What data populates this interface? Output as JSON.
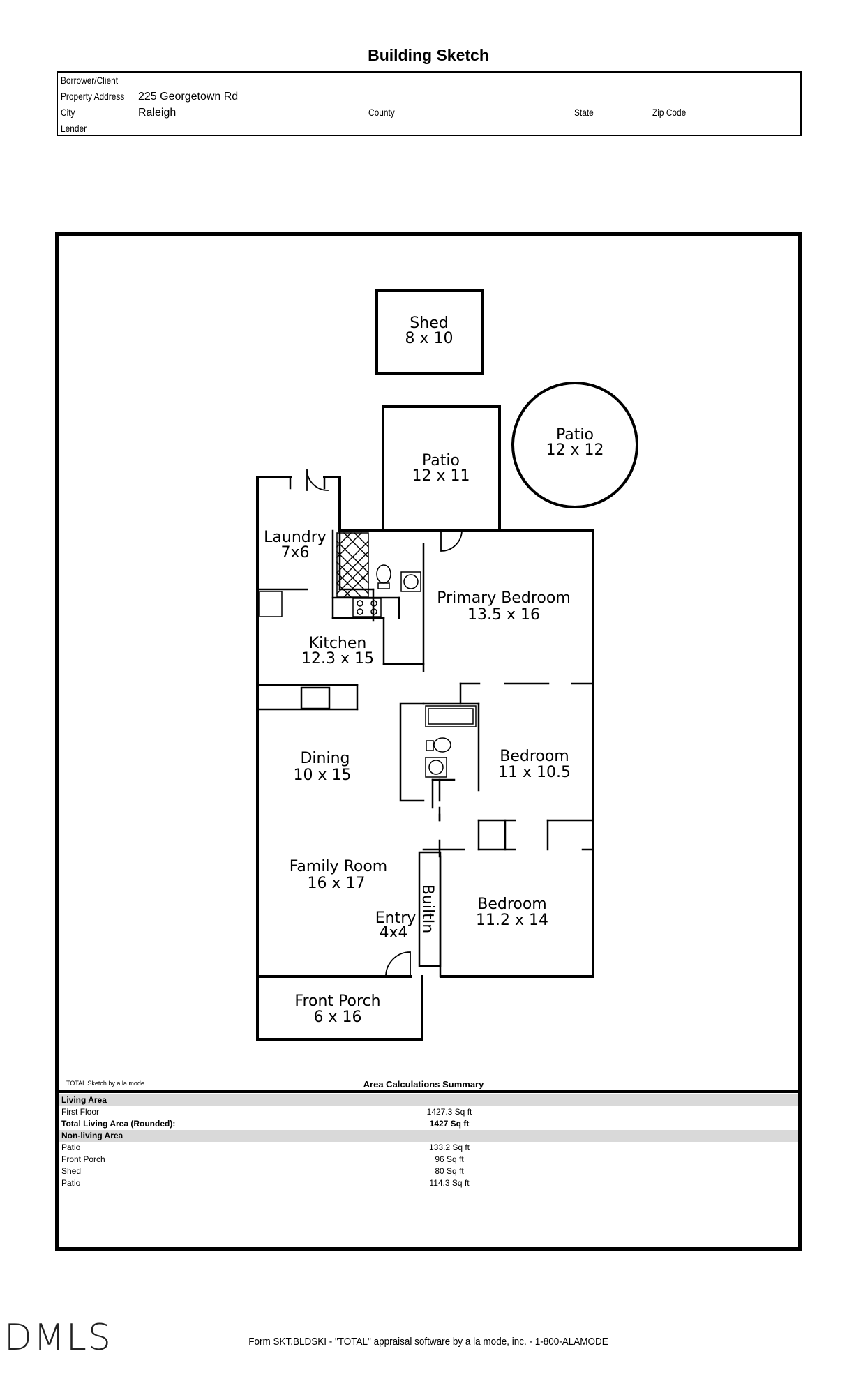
{
  "title": "Building Sketch",
  "header": {
    "borrower_label": "Borrower/Client",
    "borrower_value": "",
    "address_label": "Property Address",
    "address_value": "225 Georgetown Rd",
    "city_label": "City",
    "city_value": "Raleigh",
    "county_label": "County",
    "state_label": "State",
    "zip_label": "Zip Code",
    "lender_label": "Lender"
  },
  "rooms": [
    {
      "name": "Shed",
      "size": "8 x 10"
    },
    {
      "name": "Patio",
      "size": "12 x 12"
    },
    {
      "name": "Patio",
      "size": "12 x 11"
    },
    {
      "name": "Laundry",
      "size": "7x6"
    },
    {
      "name": "Primary Bedroom",
      "size": "13.5 x 16"
    },
    {
      "name": "Kitchen",
      "size": "12.3 x 15"
    },
    {
      "name": "Dining",
      "size": "10 x 15"
    },
    {
      "name": "Bedroom",
      "size": "11 x 10.5"
    },
    {
      "name": "Family Room",
      "size": "16 x 17"
    },
    {
      "name": "Entry",
      "size": "4x4"
    },
    {
      "name": "Bedroom",
      "size": "11.2 x 14"
    },
    {
      "name": "Front Porch",
      "size": "6 x 16"
    }
  ],
  "builtin_label": "BuiltIn",
  "sketch_note": "TOTAL Sketch by a la mode",
  "summary": {
    "title": "Area Calculations Summary",
    "living_header": "Living Area",
    "first_floor_label": "First Floor",
    "first_floor_value": "1427.3 Sq ft",
    "total_label": "Total Living Area (Rounded):",
    "total_value": "1427 Sq ft",
    "nonliving_header": "Non-living Area",
    "nonliving": [
      {
        "label": "Patio",
        "value": "133.2 Sq ft"
      },
      {
        "label": "Front Porch",
        "value": "96 Sq ft"
      },
      {
        "label": "Shed",
        "value": "80 Sq ft"
      },
      {
        "label": "Patio",
        "value": "114.3 Sq ft"
      }
    ]
  },
  "logo": "DMLS",
  "footer": "Form SKT.BLDSKI - \"TOTAL\" appraisal software by a la mode, inc. - 1-800-ALAMODE"
}
